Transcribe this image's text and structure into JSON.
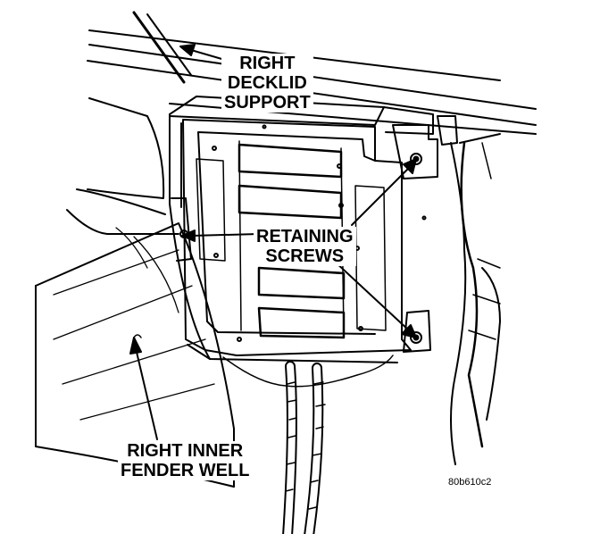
{
  "callouts": {
    "decklid_support": [
      "RIGHT",
      "DECKLID",
      "SUPPORT"
    ],
    "retaining_screws": [
      "RETAINING",
      "SCREWS"
    ],
    "inner_fender_well": [
      "RIGHT INNER",
      "FENDER WELL"
    ]
  },
  "figure_id": "80b610c2",
  "colors": {
    "ink": "#000000",
    "paper": "#ffffff"
  }
}
